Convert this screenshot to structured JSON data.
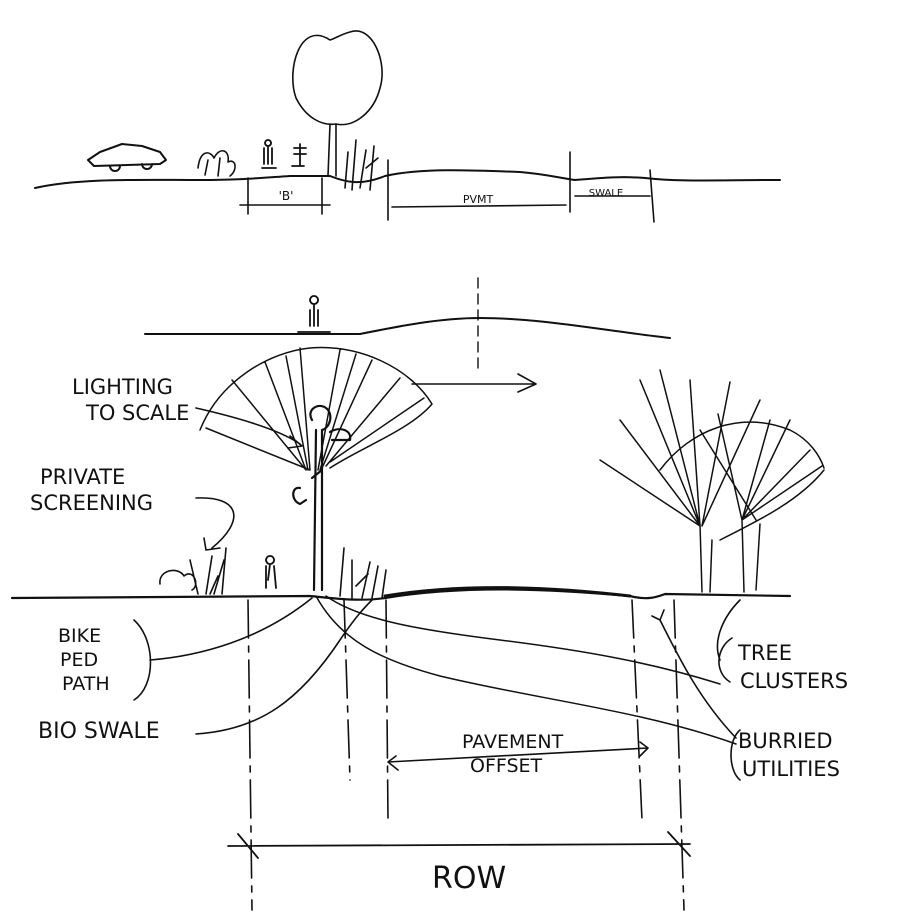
{
  "top_section": {
    "dim_b": "'B'",
    "dim_pvmt": "PVMT",
    "dim_swale": "SWALE"
  },
  "labels": {
    "lighting": [
      "LIGHTING",
      "TO SCALE"
    ],
    "private_screening": [
      "PRIVATE",
      "SCREENING"
    ],
    "bike_path": [
      "BIKE",
      "PED",
      "PATH"
    ],
    "bio_swale": "BIO SWALE",
    "tree_clusters": [
      "TREE",
      "CLUSTERS"
    ],
    "buried_utilities": [
      "BURRIED",
      "UTILITIES"
    ],
    "pavement_offset": [
      "PAVEMENT",
      "OFFSET"
    ],
    "row": "ROW"
  },
  "ink_color": "#111111"
}
